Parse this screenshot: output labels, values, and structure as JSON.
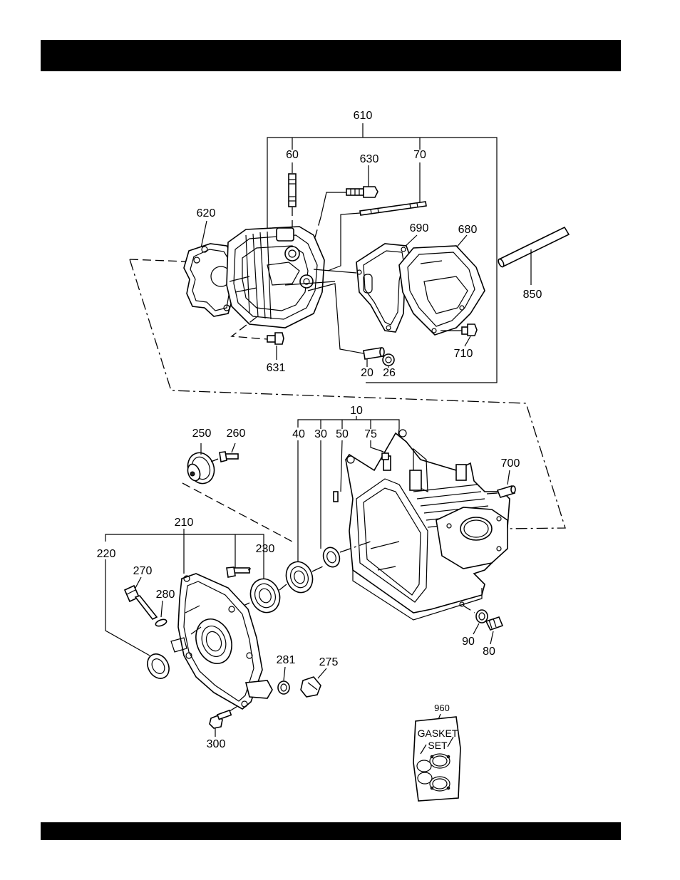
{
  "labels": {
    "p610": "610",
    "p60": "60",
    "p630": "630",
    "p70": "70",
    "p620": "620",
    "p690": "690",
    "p680": "680",
    "p850": "850",
    "p631": "631",
    "p710": "710",
    "p20": "20",
    "p26": "26",
    "p10": "10",
    "p40": "40",
    "p30": "30",
    "p50": "50",
    "p75": "75",
    "p250": "250",
    "p260": "260",
    "p700": "700",
    "p210": "210",
    "p220": "220",
    "p230": "230",
    "p270": "270",
    "p280": "280",
    "p90": "90",
    "p80": "80",
    "p281": "281",
    "p275": "275",
    "p300": "300",
    "p960": "960"
  },
  "gasket_set": {
    "line1": "GASKET",
    "line2": "SET"
  }
}
